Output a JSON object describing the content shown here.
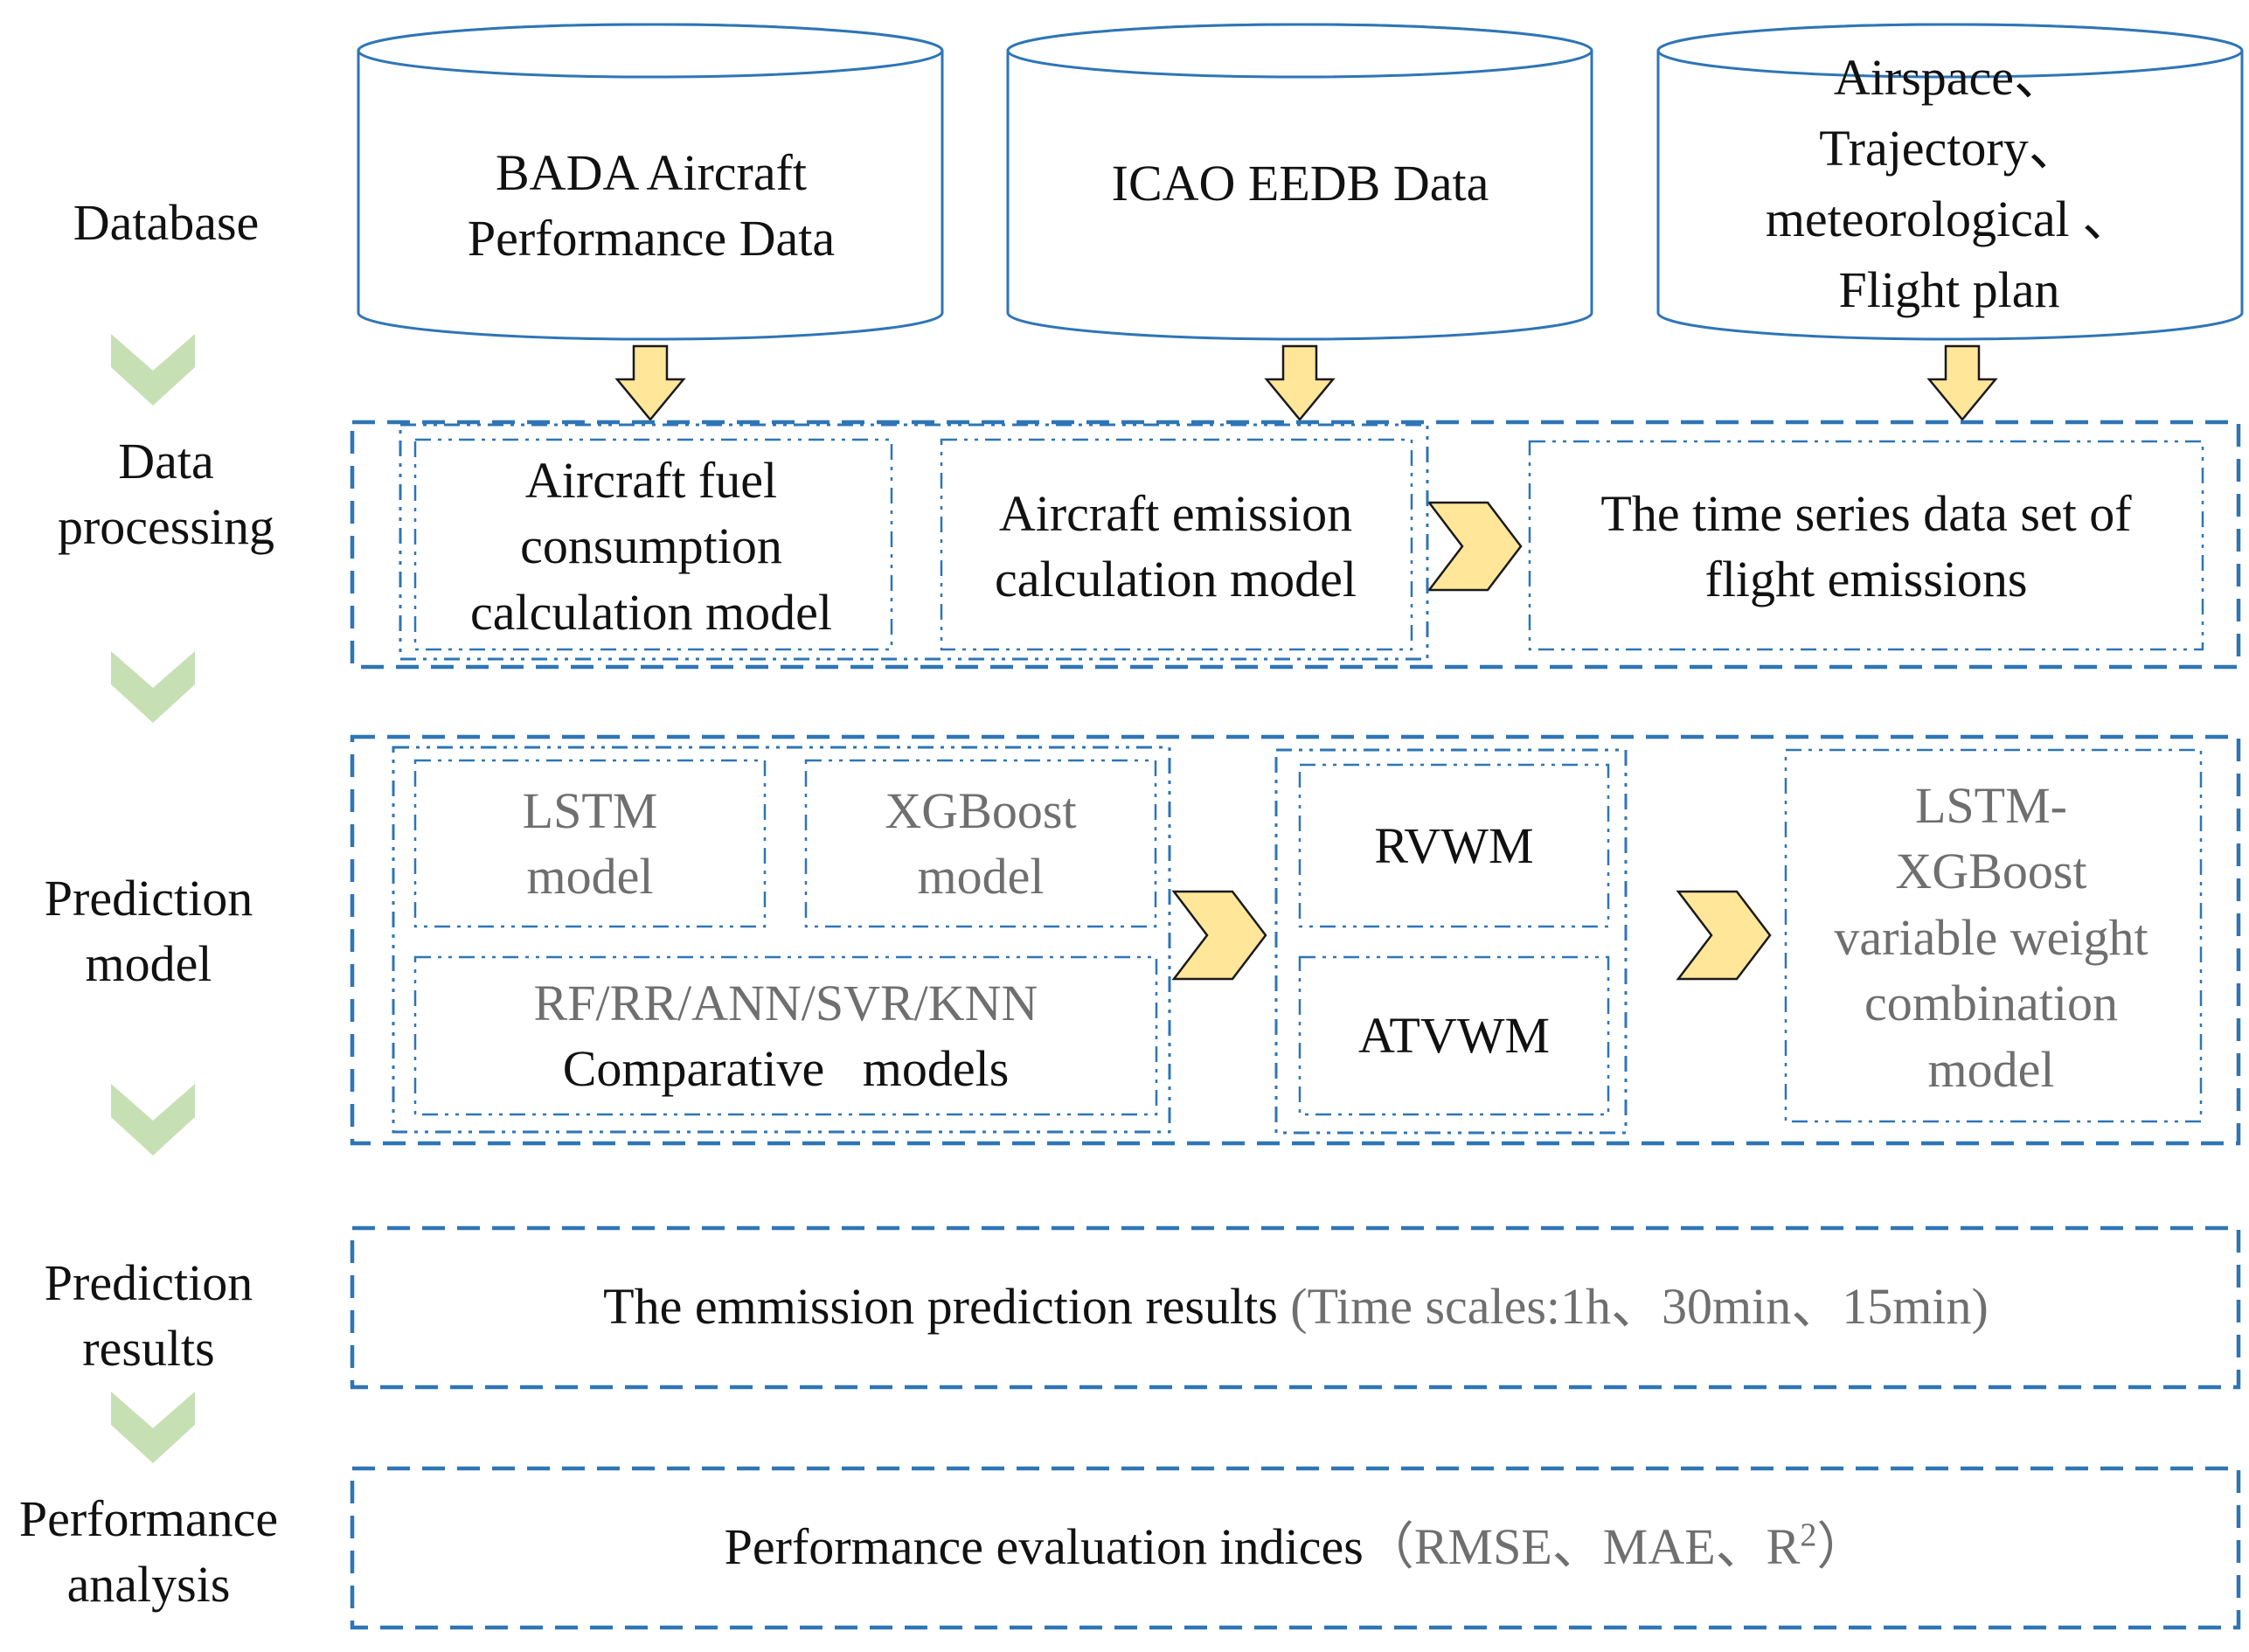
{
  "colors": {
    "accent_blue": "#2e75b6",
    "chevron_green": "#c6e0b4",
    "arrow_yellow": "#ffe699",
    "arrow_outline": "#1a1a1a",
    "text_dark": "#111111",
    "text_gray": "#6f6f6f"
  },
  "stages": {
    "database": "Database",
    "data_processing": "Data\nprocessing",
    "prediction_model": "Prediction\nmodel",
    "prediction_results": "Prediction\nresults",
    "performance_analysis": "Performance\nanalysis"
  },
  "databases": {
    "bada": "BADA Aircraft\nPerformance Data",
    "icao": "ICAO EEDB Data",
    "airspace": "Airspace、\nTrajectory、\nmeteorological 、\nFlight plan"
  },
  "processing": {
    "fuel_model": "Aircraft fuel\nconsumption\ncalculation model",
    "emission_model": "Aircraft emission\ncalculation model",
    "time_series": "The time series data set of\nflight emissions"
  },
  "models": {
    "lstm": "LSTM\nmodel",
    "xgboost": "XGBoost\nmodel",
    "comparative_line1": "RF/RR/ANN/SVR/KNN",
    "comparative_line2": "Comparative   models",
    "rvwm": "RVWM",
    "atvwm": "ATVWM",
    "combination": "LSTM-\nXGBoost\nvariable weight\ncombination\nmodel"
  },
  "results": {
    "main": "The emmission prediction results ",
    "scales": "(Time scales:1h、30min、15min)"
  },
  "performance": {
    "main": "Performance evaluation indices",
    "indices": "（RMSE、MAE、R",
    "superscript": "2",
    "close": "）"
  }
}
